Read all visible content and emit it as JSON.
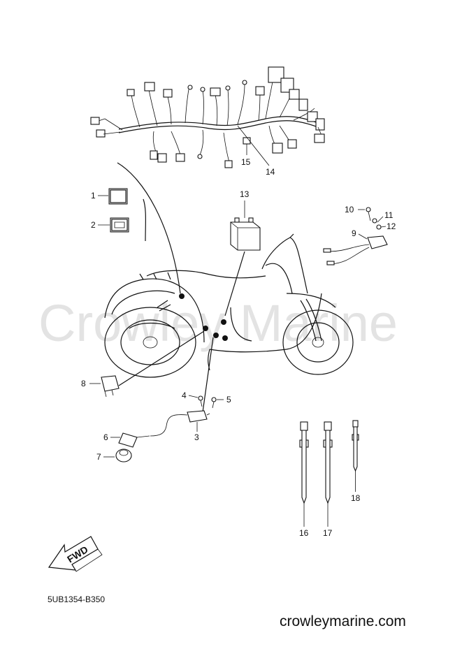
{
  "watermark": "Crowley Marine",
  "drawing_code": "5UB1354-B350",
  "website": "crowleymarine.com",
  "fwd_label": "FWD",
  "callouts": [
    "1",
    "2",
    "3",
    "4",
    "5",
    "6",
    "7",
    "8",
    "9",
    "10",
    "11",
    "12",
    "13",
    "14",
    "15",
    "16",
    "17",
    "18"
  ]
}
